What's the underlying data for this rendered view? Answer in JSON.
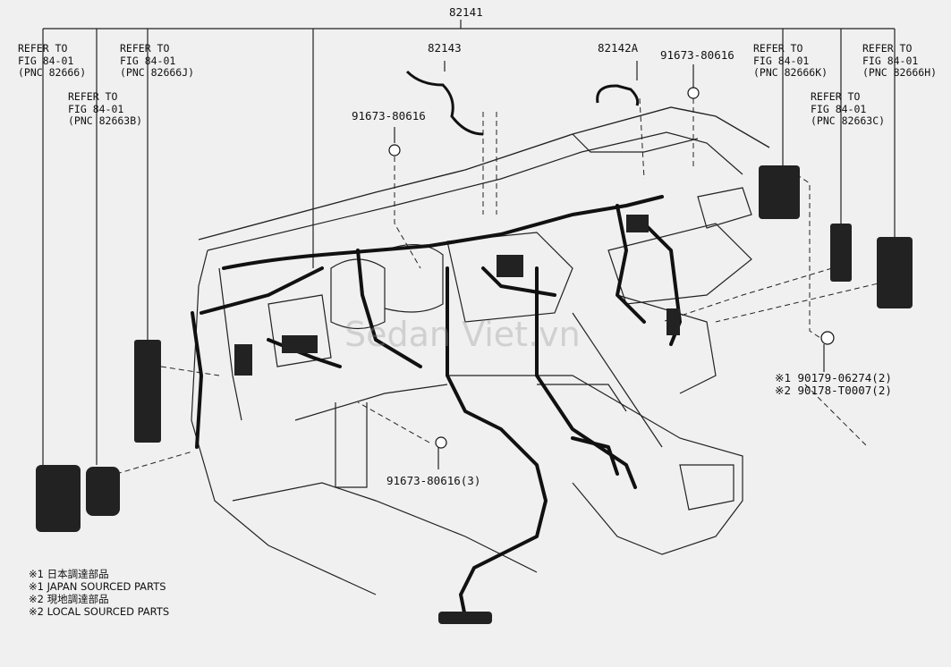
{
  "main_part_number": "82141",
  "parts": {
    "p82143": "82143",
    "p82142a": "82142A",
    "bolt_a": "91673-80616",
    "bolt_b": "91673-80616",
    "bolt_c": "91673-80616(3)",
    "clip_1": "※1 90179-06274(2)",
    "clip_2": "※2 90178-T0007(2)"
  },
  "references": [
    {
      "line1": "REFER TO",
      "line2": "FIG 84-01",
      "line3": "(PNC 82666)"
    },
    {
      "line1": "REFER TO",
      "line2": "FIG 84-01",
      "line3": "(PNC 82663B)"
    },
    {
      "line1": "REFER TO",
      "line2": "FIG 84-01",
      "line3": "(PNC 82666J)"
    },
    {
      "line1": "REFER TO",
      "line2": "FIG 84-01",
      "line3": "(PNC 82666K)"
    },
    {
      "line1": "REFER TO",
      "line2": "FIG 84-01",
      "line3": "(PNC 82663C)"
    },
    {
      "line1": "REFER TO",
      "line2": "FIG 84-01",
      "line3": "(PNC 82666H)"
    }
  ],
  "notes": [
    "※1 日本調達部品",
    "※1 JAPAN SOURCED PARTS",
    "※2 現地調達部品",
    "※2 LOCAL SOURCED PARTS"
  ],
  "watermark": "Sedan Viet.vn"
}
